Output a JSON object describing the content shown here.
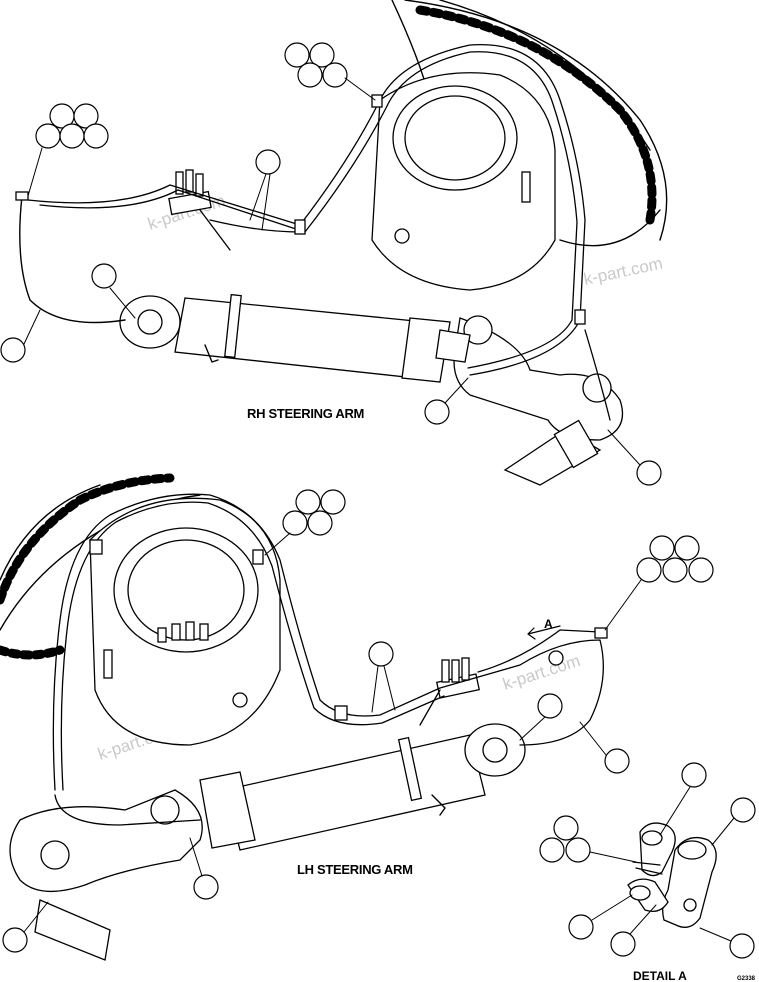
{
  "labels": {
    "rh_title": "RH STEERING ARM",
    "lh_title": "LH STEERING ARM",
    "detail_title": "DETAIL A",
    "detail_letter": "A",
    "figure_number": "G2338"
  },
  "watermarks": [
    "k-part.com",
    "k-part.com",
    "k-part.com",
    "k-part.com"
  ]
}
